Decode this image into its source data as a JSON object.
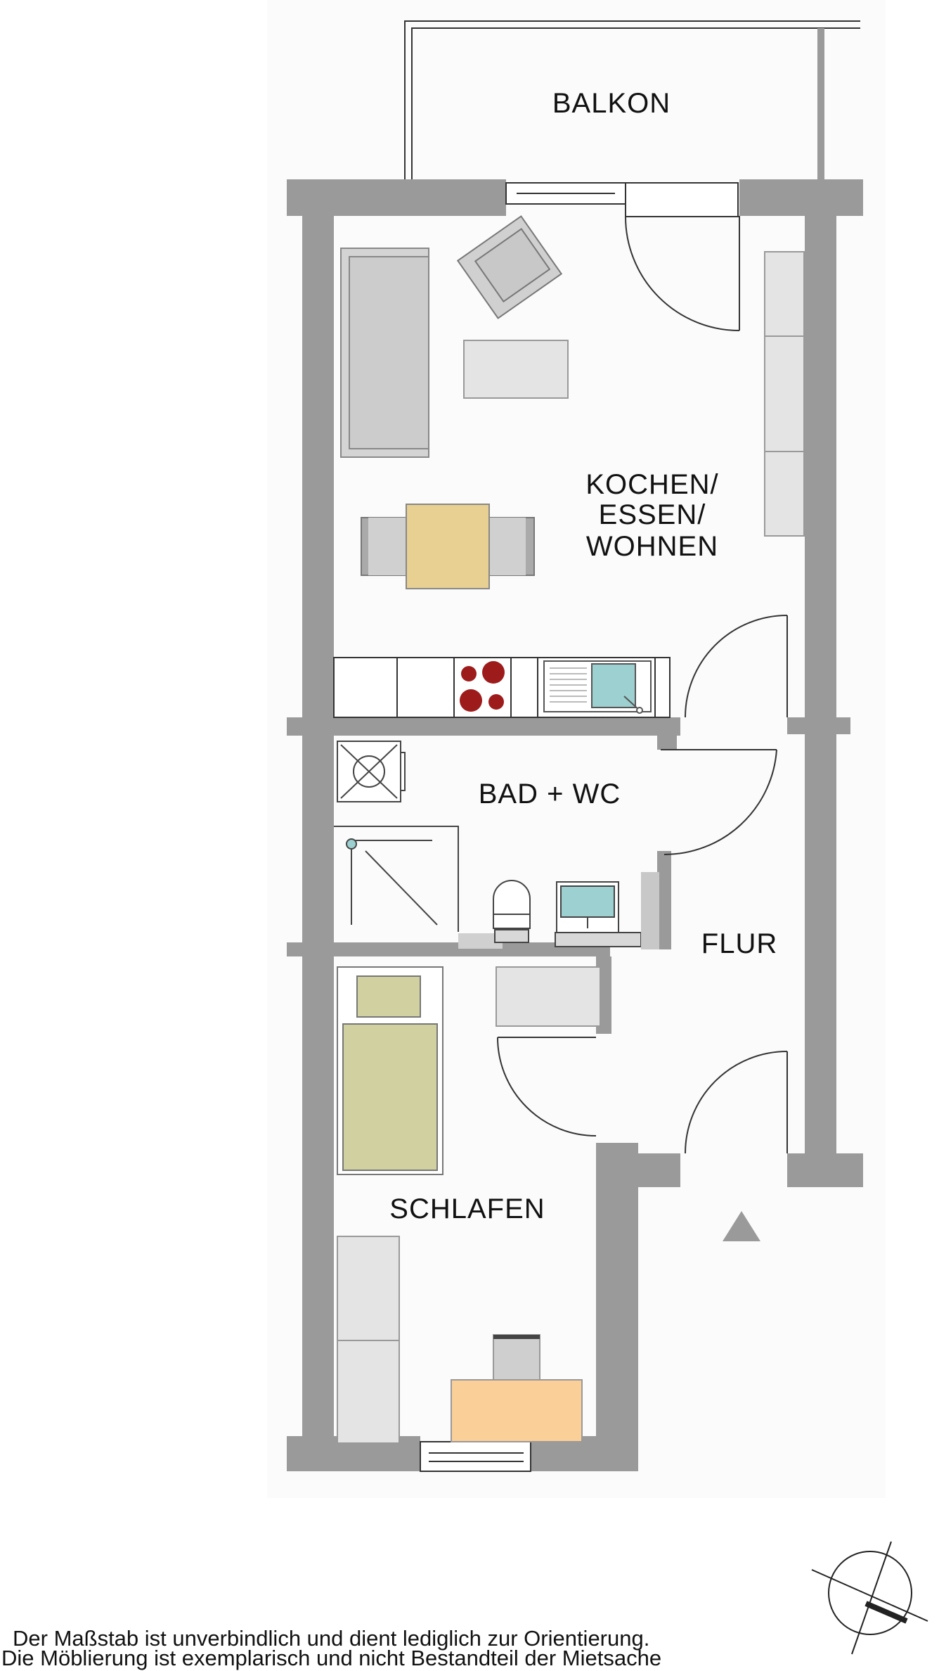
{
  "rooms": {
    "balkon": "BALKON",
    "kochen_line1": "KOCHEN/",
    "kochen_line2": "ESSEN/",
    "kochen_line3": "WOHNEN",
    "bad": "BAD + WC",
    "flur": "FLUR",
    "schlafen": "SCHLAFEN"
  },
  "notes": {
    "line1": "Der Maßstab ist unverbindlich und dient lediglich zur Orientierung.",
    "line2": "Die Möblierung ist exemplarisch und nicht Bestandteil der Mietsache"
  },
  "colors": {
    "wall": "#9a9a9a",
    "furniture": "#d4d4d4",
    "table": "#e8cf92",
    "bed": "#d0d0a0",
    "desk": "#fbcf98",
    "stove": "#9e1b1b",
    "sink": "#9dd0d0"
  }
}
